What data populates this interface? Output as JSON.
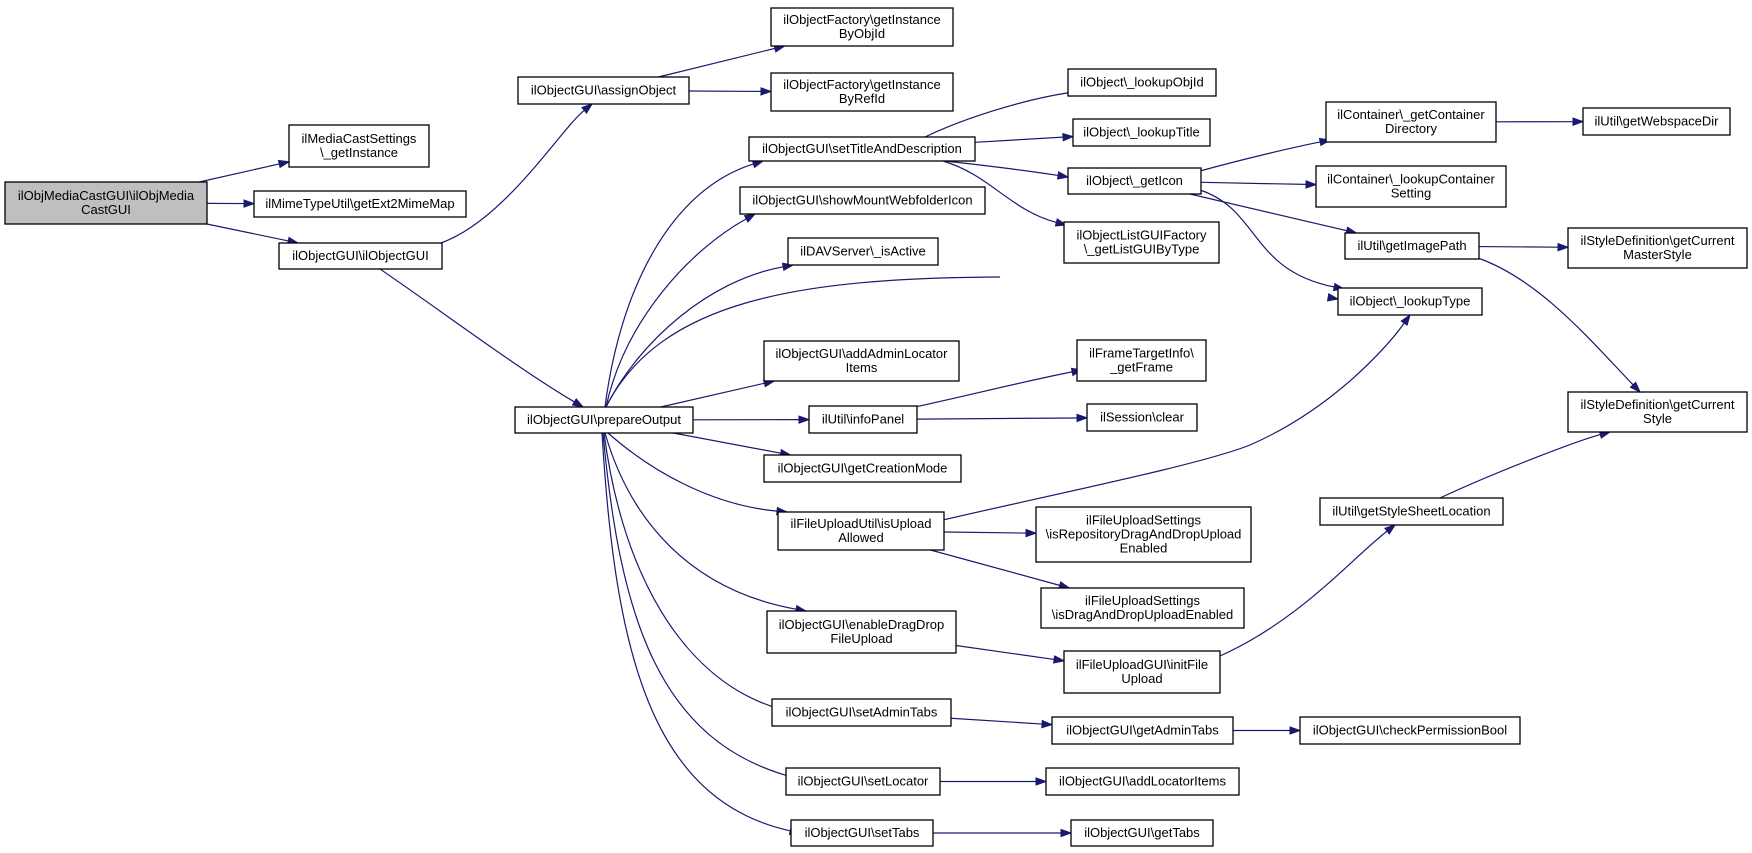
{
  "colors": {
    "edge": "#191970",
    "root_fill": "#bfbfbf",
    "node_fill": "#ffffff",
    "node_border": "#000000"
  },
  "nodes": [
    {
      "id": "root",
      "lines": [
        "ilObjMediaCastGUI\\ilObjMedia",
        "CastGUI"
      ],
      "root": true
    },
    {
      "id": "mcs",
      "lines": [
        "ilMediaCastSettings",
        "\\_getInstance"
      ]
    },
    {
      "id": "mime",
      "lines": [
        "ilMimeTypeUtil\\getExt2MimeMap"
      ]
    },
    {
      "id": "ogui",
      "lines": [
        "ilObjectGUI\\ilObjectGUI"
      ]
    },
    {
      "id": "assign",
      "lines": [
        "ilObjectGUI\\assignObject"
      ]
    },
    {
      "id": "fobj",
      "lines": [
        "ilObjectFactory\\getInstance",
        "ByObjId"
      ]
    },
    {
      "id": "fref",
      "lines": [
        "ilObjectFactory\\getInstance",
        "ByRefId"
      ]
    },
    {
      "id": "prep",
      "lines": [
        "ilObjectGUI\\prepareOutput"
      ]
    },
    {
      "id": "settitle",
      "lines": [
        "ilObjectGUI\\setTitleAndDescription"
      ]
    },
    {
      "id": "showmount",
      "lines": [
        "ilObjectGUI\\showMountWebfolderIcon"
      ]
    },
    {
      "id": "dav",
      "lines": [
        "ilDAVServer\\_isActive"
      ]
    },
    {
      "id": "addadmin",
      "lines": [
        "ilObjectGUI\\addAdminLocator",
        "Items"
      ]
    },
    {
      "id": "infopanel",
      "lines": [
        "ilUtil\\infoPanel"
      ]
    },
    {
      "id": "creation",
      "lines": [
        "ilObjectGUI\\getCreationMode"
      ]
    },
    {
      "id": "uploadallowed",
      "lines": [
        "ilFileUploadUtil\\isUpload",
        "Allowed"
      ]
    },
    {
      "id": "dragdrop",
      "lines": [
        "ilObjectGUI\\enableDragDrop",
        "FileUpload"
      ]
    },
    {
      "id": "setadmintabs",
      "lines": [
        "ilObjectGUI\\setAdminTabs"
      ]
    },
    {
      "id": "setlocator",
      "lines": [
        "ilObjectGUI\\setLocator"
      ]
    },
    {
      "id": "settabs",
      "lines": [
        "ilObjectGUI\\setTabs"
      ]
    },
    {
      "id": "lookupobjid",
      "lines": [
        "ilObject\\_lookupObjId"
      ]
    },
    {
      "id": "lookuptitle",
      "lines": [
        "ilObject\\_lookupTitle"
      ]
    },
    {
      "id": "geticon",
      "lines": [
        "ilObject\\_getIcon"
      ]
    },
    {
      "id": "listgui",
      "lines": [
        "ilObjectListGUIFactory",
        "\\_getListGUIByType"
      ]
    },
    {
      "id": "lookuptype",
      "lines": [
        "ilObject\\_lookupType"
      ]
    },
    {
      "id": "frametarget",
      "lines": [
        "ilFrameTargetInfo\\",
        "_getFrame"
      ]
    },
    {
      "id": "session",
      "lines": [
        "ilSession\\clear"
      ]
    },
    {
      "id": "repodrag",
      "lines": [
        "ilFileUploadSettings",
        "\\isRepositoryDragAndDropUpload",
        "Enabled"
      ]
    },
    {
      "id": "dragenabled",
      "lines": [
        "ilFileUploadSettings",
        "\\isDragAndDropUploadEnabled"
      ]
    },
    {
      "id": "initfile",
      "lines": [
        "ilFileUploadGUI\\initFile",
        "Upload"
      ]
    },
    {
      "id": "getadmintabs",
      "lines": [
        "ilObjectGUI\\getAdminTabs"
      ]
    },
    {
      "id": "addlocator",
      "lines": [
        "ilObjectGUI\\addLocatorItems"
      ]
    },
    {
      "id": "gettabs",
      "lines": [
        "ilObjectGUI\\getTabs"
      ]
    },
    {
      "id": "contdir",
      "lines": [
        "ilContainer\\_getContainer",
        "Directory"
      ]
    },
    {
      "id": "contset",
      "lines": [
        "ilContainer\\_lookupContainer",
        "Setting"
      ]
    },
    {
      "id": "imagepath",
      "lines": [
        "ilUtil\\getImagePath"
      ]
    },
    {
      "id": "stylesheet",
      "lines": [
        "ilUtil\\getStyleSheetLocation"
      ]
    },
    {
      "id": "webspace",
      "lines": [
        "ilUtil\\getWebspaceDir"
      ]
    },
    {
      "id": "master",
      "lines": [
        "ilStyleDefinition\\getCurrent",
        "MasterStyle"
      ]
    },
    {
      "id": "curstyle",
      "lines": [
        "ilStyleDefinition\\getCurrent",
        "Style"
      ]
    },
    {
      "id": "checkperm",
      "lines": [
        "ilObjectGUI\\checkPermissionBool"
      ]
    }
  ],
  "edges": [
    {
      "from": "root",
      "to": "mcs"
    },
    {
      "from": "root",
      "to": "mime"
    },
    {
      "from": "root",
      "to": "ogui"
    },
    {
      "from": "ogui",
      "to": "assign"
    },
    {
      "from": "ogui",
      "to": "prep"
    },
    {
      "from": "assign",
      "to": "fobj"
    },
    {
      "from": "assign",
      "to": "fref"
    },
    {
      "from": "prep",
      "to": "settitle"
    },
    {
      "from": "prep",
      "to": "showmount"
    },
    {
      "from": "prep",
      "to": "dav"
    },
    {
      "from": "prep",
      "to": "lookuptype"
    },
    {
      "from": "prep",
      "to": "addadmin"
    },
    {
      "from": "prep",
      "to": "infopanel"
    },
    {
      "from": "prep",
      "to": "creation"
    },
    {
      "from": "prep",
      "to": "uploadallowed"
    },
    {
      "from": "prep",
      "to": "dragdrop"
    },
    {
      "from": "prep",
      "to": "setadmintabs"
    },
    {
      "from": "prep",
      "to": "setlocator"
    },
    {
      "from": "prep",
      "to": "settabs"
    },
    {
      "from": "settitle",
      "to": "lookupobjid"
    },
    {
      "from": "settitle",
      "to": "lookuptitle"
    },
    {
      "from": "settitle",
      "to": "geticon"
    },
    {
      "from": "settitle",
      "to": "listgui"
    },
    {
      "from": "geticon",
      "to": "contdir"
    },
    {
      "from": "geticon",
      "to": "contset"
    },
    {
      "from": "geticon",
      "to": "imagepath"
    },
    {
      "from": "geticon",
      "to": "lookuptype"
    },
    {
      "from": "contdir",
      "to": "webspace"
    },
    {
      "from": "imagepath",
      "to": "master"
    },
    {
      "from": "imagepath",
      "to": "curstyle"
    },
    {
      "from": "infopanel",
      "to": "frametarget"
    },
    {
      "from": "infopanel",
      "to": "session"
    },
    {
      "from": "uploadallowed",
      "to": "lookuptype"
    },
    {
      "from": "uploadallowed",
      "to": "repodrag"
    },
    {
      "from": "uploadallowed",
      "to": "dragenabled"
    },
    {
      "from": "dragdrop",
      "to": "initfile"
    },
    {
      "from": "initfile",
      "to": "stylesheet"
    },
    {
      "from": "stylesheet",
      "to": "curstyle"
    },
    {
      "from": "setadmintabs",
      "to": "getadmintabs"
    },
    {
      "from": "getadmintabs",
      "to": "checkperm"
    },
    {
      "from": "setlocator",
      "to": "addlocator"
    },
    {
      "from": "settabs",
      "to": "gettabs"
    }
  ]
}
